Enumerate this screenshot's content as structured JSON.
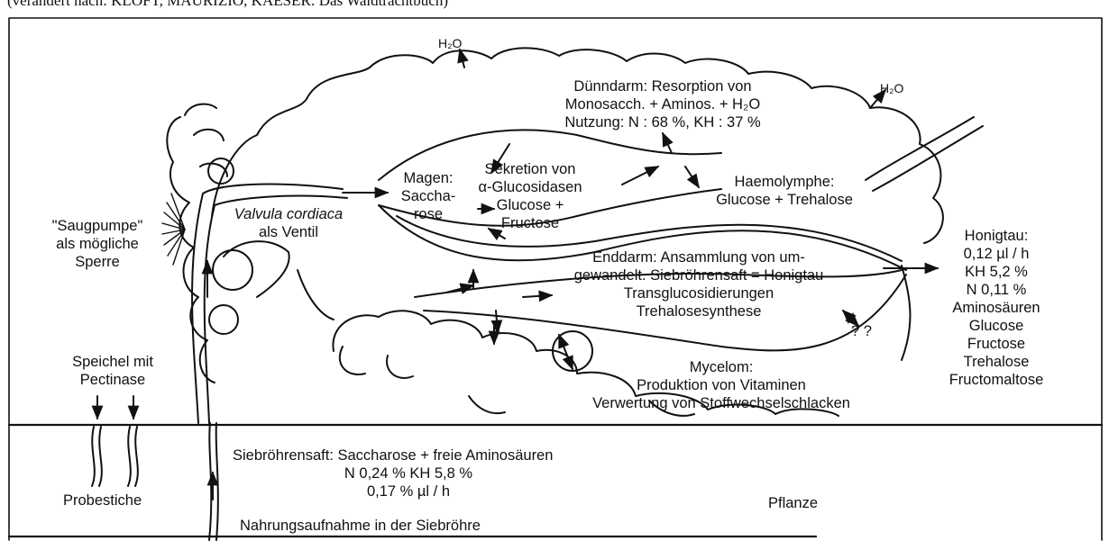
{
  "citation": "(verändert nach: KLOFT, MAURIZIO, KAESER: Das Waldtrachtbuch)",
  "water_top": "H₂O",
  "water_right": "H₂O",
  "duenndarm": {
    "line1": "Dünndarm: Resorption von",
    "line2": "Monosacch. + Aminos. + H₂O",
    "line3": "Nutzung: N : 68 %, KH : 37 %"
  },
  "magen": {
    "line1": "Magen:",
    "line2": "Saccha-",
    "line3": "rose"
  },
  "sekretion": {
    "line1": "Sekretion von",
    "line2": "α-Glucosidasen",
    "line3": "Glucose +",
    "line4": "Fructose"
  },
  "haemolymphe": {
    "line1": "Haemolymphe:",
    "line2": "Glucose + Trehalose"
  },
  "saugpumpe": {
    "line1": "\"Saugpumpe\"",
    "line2": "als mögliche",
    "line3": "Sperre"
  },
  "valvula": {
    "line1": "Valvula cordiaca",
    "line2": "als Ventil"
  },
  "enddarm": {
    "line1": "Enddarm: Ansammlung von um-",
    "line2": "gewandelt. Siebröhrensaft = Honigtau",
    "line3": "Transglucosidierungen",
    "line4": "Trehalosesynthese"
  },
  "questions": "? ?",
  "honigtau": {
    "title": "Honigtau:",
    "items": [
      "0,12 µl / h",
      "KH 5,2 %",
      "N 0,11 %",
      "Aminosäuren",
      "Glucose",
      "Fructose",
      "Trehalose",
      "Fructomaltose"
    ]
  },
  "speichel": {
    "line1": "Speichel mit",
    "line2": "Pectinase"
  },
  "mycelom": {
    "line1": "Mycelom:",
    "line2": "Produktion von Vitaminen",
    "line3": "Verwertung von Stoffwechselschlacken"
  },
  "siebroehrensaft": {
    "line1": "Siebröhrensaft: Saccharose + freie Aminosäuren",
    "line2": "N 0,24 %  KH 5,8 %",
    "line3": "0,17 % µl / h"
  },
  "probestiche": "Probestiche",
  "nahrung": "Nahrungsaufnahme in der Siebröhre",
  "pflanze": "Pflanze"
}
